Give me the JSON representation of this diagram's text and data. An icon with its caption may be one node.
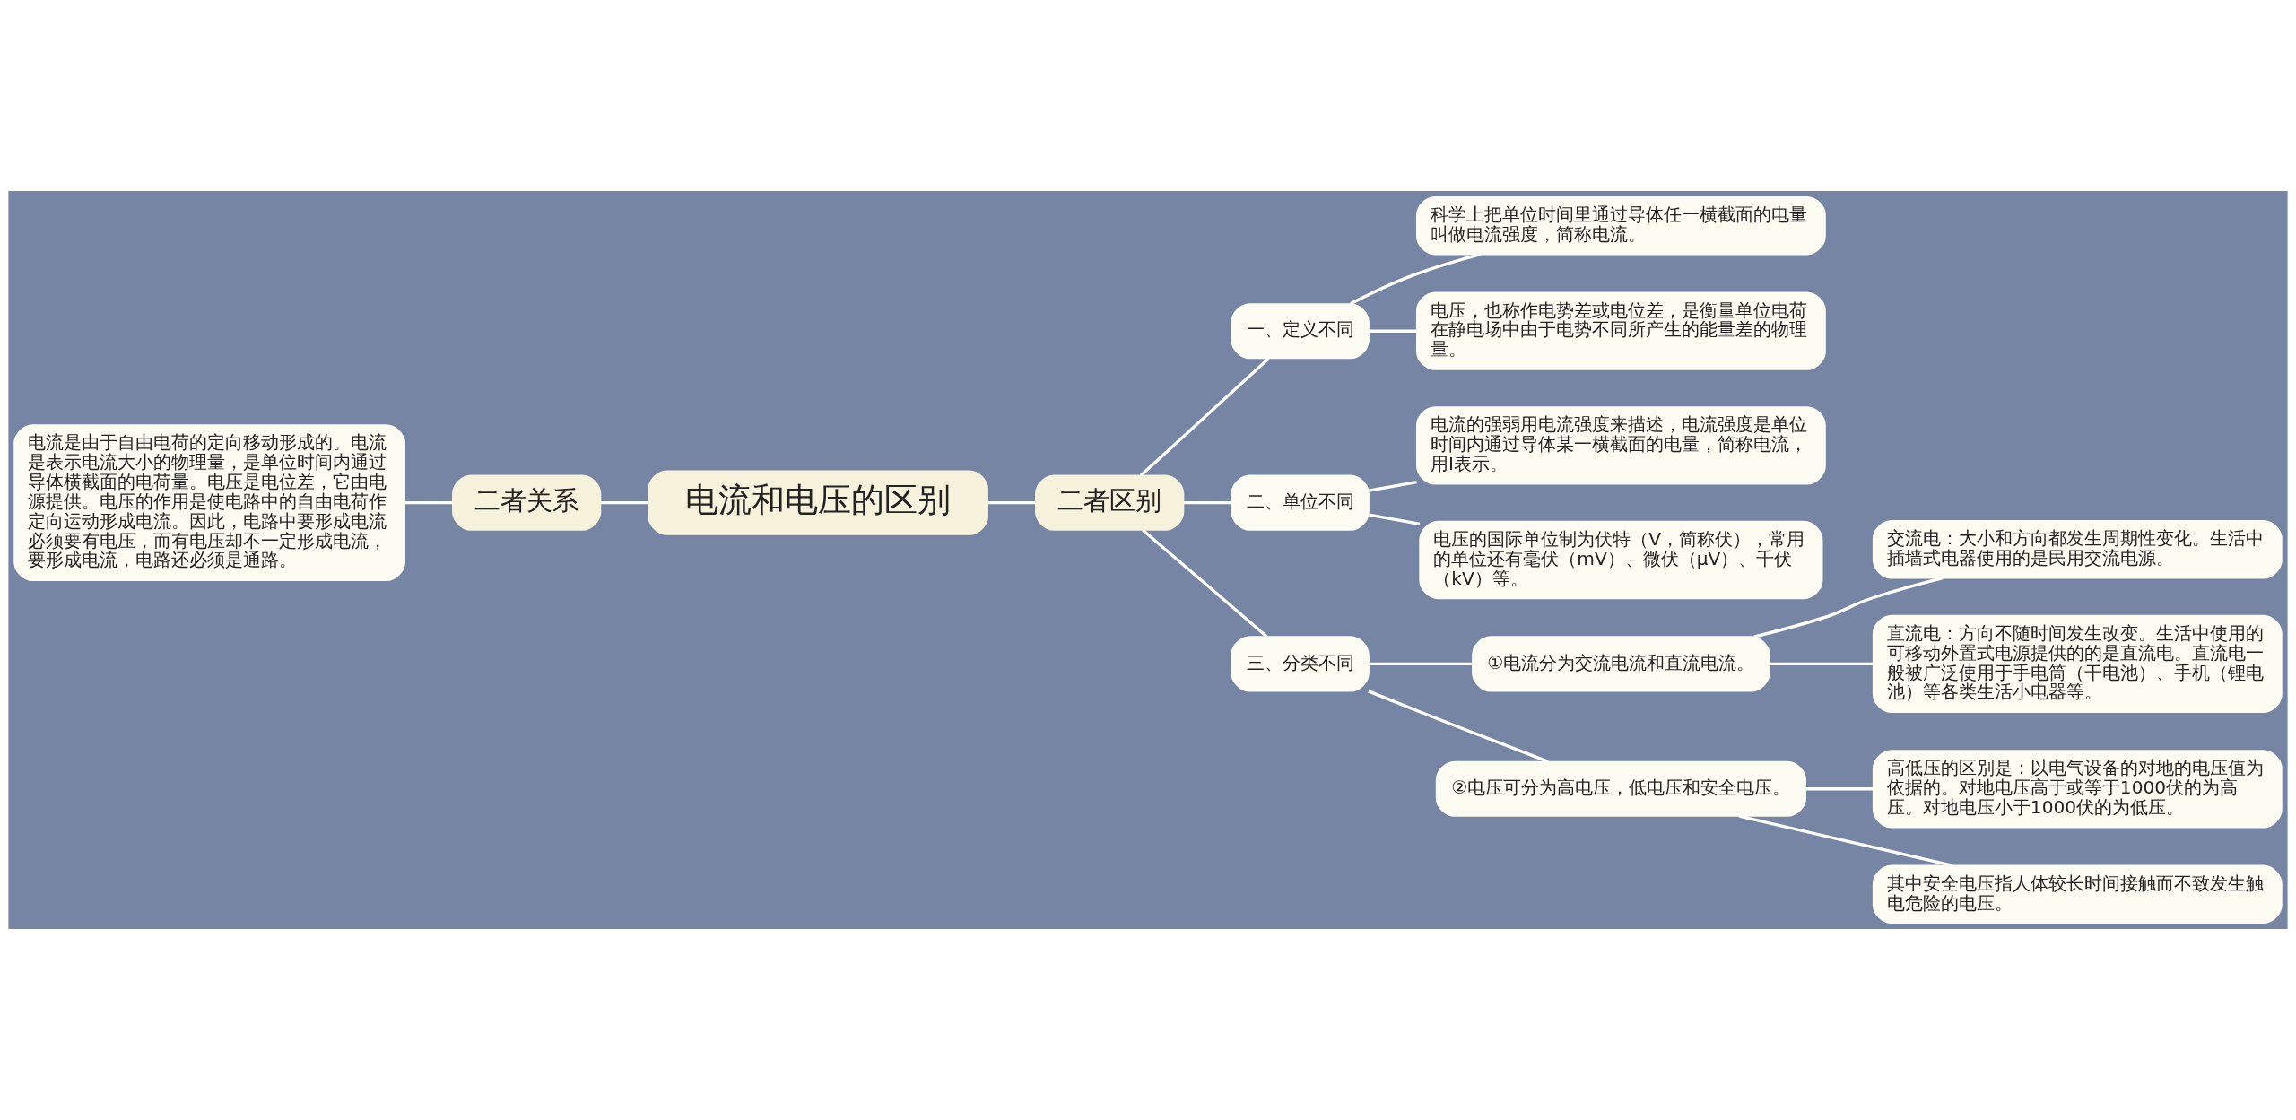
{
  "diagram": {
    "nodes": [
      {
        "text": [
          "电流和电压的区别"
        ]
      },
      {
        "text": [
          "二者关系"
        ]
      },
      {
        "text": [
          "电流是由于自由电荷的定向移动形成的。电流是表示电流大小的物理量，是单位时间内通过导体横截面的电荷量。电压是电位差，它由电源提供。电压的作用是使电路中的自由电荷作定向运动形成电流。因此，电路中要形成电流必须要有电压，而有电压却不一定形成电流，要形成电流，电路还必须是通路。"
        ]
      },
      {
        "text": [
          "二者区别"
        ]
      },
      {
        "text": [
          "一、定义不同"
        ]
      },
      {
        "text": [
          "科学上把单位时间里通过导体任一横截面的电量叫做电流强度，简称电流。"
        ]
      },
      {
        "text": [
          "电压，也称作电势差或电位差，是衡量单位电荷在静电场中由于电势不同所产生的能量差的物理量。"
        ]
      },
      {
        "text": [
          "二、单位不同"
        ]
      },
      {
        "text": [
          "电流的强弱用电流强度来描述，电流强度是单位时间内通过导体某一横截面的电量，简称电流，用I表示。"
        ]
      },
      {
        "text": [
          "电压的国际单位制为伏特（V，简称伏），常用的单位还有毫伏（mV）、微伏（μV）、千伏（kV）等。"
        ]
      },
      {
        "text": [
          "三、分类不同"
        ]
      },
      {
        "text": [
          "①电流分为交流电流和直流电流。"
        ]
      },
      {
        "text": [
          "交流电：大小和方向都发生周期性变化。生活中插墙式电器使用的是民用交流电源。"
        ]
      },
      {
        "text": [
          "直流电：方向不随时间发生改变。生活中使用的可移动外置式电源提供的的是直流电。直流电一般被广泛使用于手电筒（干电池）、手机（锂电池）等各类生活小电器等。"
        ]
      },
      {
        "text": [
          "②电压可分为高电压，低电压和安全电压。"
        ]
      },
      {
        "text": [
          "高低压的区别是：以电气设备的对地的电压值为依据的。对地电压高于或等于1000伏的为高压。对地电压小于1000伏的为低压。"
        ]
      },
      {
        "text": [
          "其中安全电压指人体较长时间接触而不致发生触电危险的电压。"
        ]
      }
    ],
    "edges": [
      {
        "from": 0,
        "to": 1,
        "arrow": "none"
      },
      {
        "from": 1,
        "to": 2,
        "arrow": "none"
      },
      {
        "from": 0,
        "to": 3,
        "arrow": "none"
      },
      {
        "from": 3,
        "to": 4,
        "arrow": "none"
      },
      {
        "from": 4,
        "to": 5,
        "arrow": "none"
      },
      {
        "from": 4,
        "to": 6,
        "arrow": "none"
      },
      {
        "from": 3,
        "to": 7,
        "arrow": "none"
      },
      {
        "from": 7,
        "to": 8,
        "arrow": "none"
      },
      {
        "from": 7,
        "to": 9,
        "arrow": "none"
      },
      {
        "from": 3,
        "to": 10,
        "arrow": "none"
      },
      {
        "from": 10,
        "to": 11,
        "arrow": "none"
      },
      {
        "from": 11,
        "to": 12,
        "arrow": "none"
      },
      {
        "from": 11,
        "to": 13,
        "arrow": "none"
      },
      {
        "from": 10,
        "to": 14,
        "arrow": "none"
      },
      {
        "from": 14,
        "to": 15,
        "arrow": "none"
      },
      {
        "from": 14,
        "to": 16,
        "arrow": "none"
      }
    ]
  }
}
